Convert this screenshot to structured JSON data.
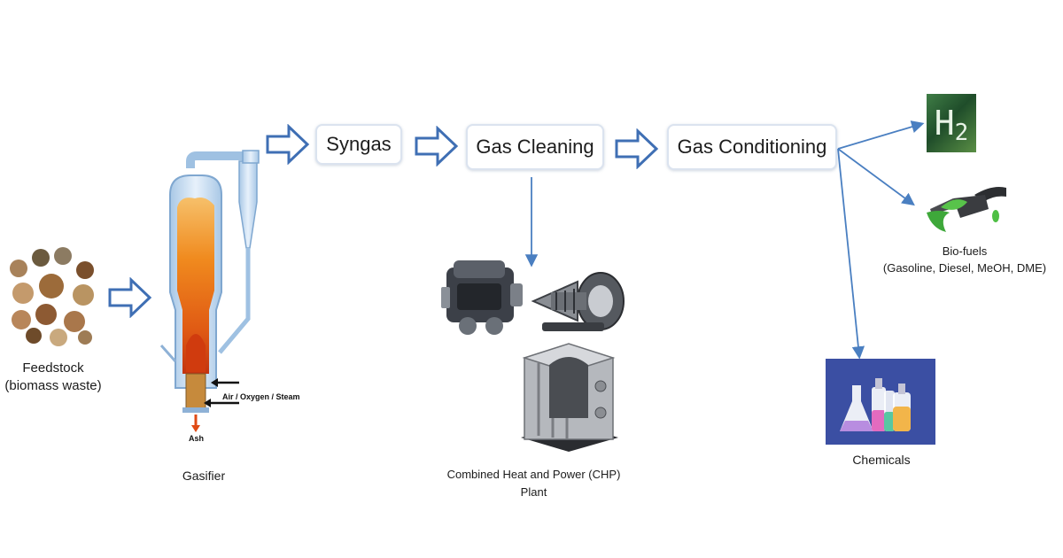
{
  "process": {
    "syngas": "Syngas",
    "gas_cleaning": "Gas Cleaning",
    "gas_conditioning": "Gas Conditioning"
  },
  "feedstock": {
    "line1": "Feedstock",
    "line2": "(biomass waste)"
  },
  "gasifier": {
    "label": "Gasifier",
    "inlet": "Air / Oxygen / Steam",
    "outlet": "Ash"
  },
  "chp": {
    "line1": "Combined Heat and Power (CHP)",
    "line2": "Plant"
  },
  "products": {
    "h2_symbol": "H",
    "h2_subscript": "2",
    "biofuels_line1": "Bio-fuels",
    "biofuels_line2": "(Gasoline, Diesel, MeOH, DME)",
    "chemicals": "Chemicals"
  },
  "colors": {
    "arrow_outline": "#3f6fb4",
    "connector": "#4a7fc1",
    "flame": "#f07a1a",
    "vessel": "#cfe0f2",
    "chemicals_bg": "#3b4fa3"
  }
}
